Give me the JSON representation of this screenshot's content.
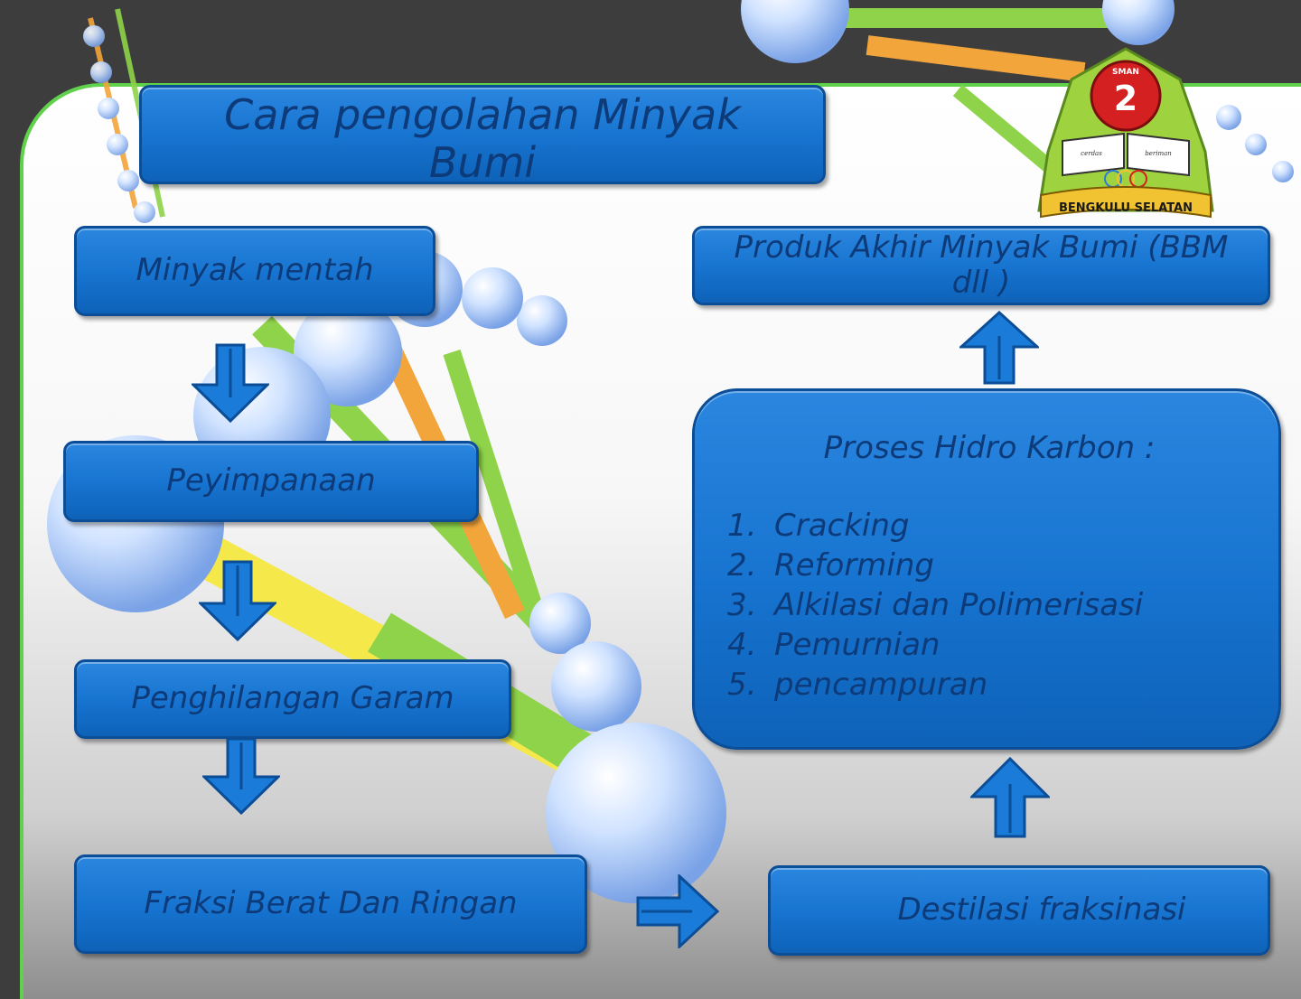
{
  "title": "Cara pengolahan Minyak Bumi",
  "flow_left": [
    {
      "label": "Minyak mentah"
    },
    {
      "label": "Peyimpanaan"
    },
    {
      "label": "Penghilangan Garam"
    },
    {
      "label": "Fraksi Berat Dan Ringan"
    }
  ],
  "destilasi": {
    "label": "Destilasi  fraksinasi"
  },
  "proses": {
    "heading": "Proses Hidro Karbon :",
    "items": [
      {
        "num": "1.",
        "text": "Cracking"
      },
      {
        "num": "2.",
        "text": "Reforming"
      },
      {
        "num": "3.",
        "text": "Alkilasi dan Polimerisasi"
      },
      {
        "num": "4.",
        "text": "Pemurnian"
      },
      {
        "num": "5.",
        "text": "pencampuran"
      }
    ]
  },
  "produk": {
    "label": "Produk Akhir Minyak Bumi (BBM dll )"
  },
  "logo": {
    "top_text": "SMAN",
    "number": "2",
    "book_left": "cerdas",
    "book_right": "beriman",
    "bottom_text": "BENGKULU SELATAN"
  },
  "colors": {
    "box_blue": "#1673cf",
    "box_border": "#0b4d96",
    "text_dark_blue": "#0d3a78",
    "accent_green": "#5fd14a",
    "background_dark": "#3d3d3d"
  }
}
